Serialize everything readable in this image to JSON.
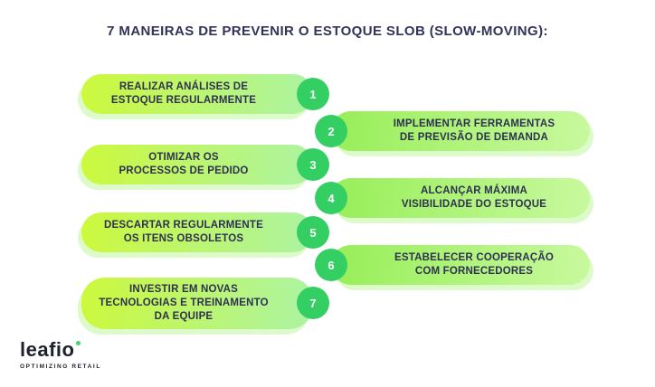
{
  "title": "7 MANEIRAS DE PREVENIR O ESTOQUE SLOB (SLOW-MOVING):",
  "items": [
    {
      "number": "1",
      "side": "left",
      "label": "REALIZAR ANÁLISES DE\nESTOQUE REGULARMENTE"
    },
    {
      "number": "2",
      "side": "right",
      "label": "IMPLEMENTAR FERRAMENTAS\nDE PREVISÃO DE DEMANDA"
    },
    {
      "number": "3",
      "side": "left",
      "label": "OTIMIZAR OS\nPROCESSOS DE PEDIDO"
    },
    {
      "number": "4",
      "side": "right",
      "label": "ALCANÇAR MÁXIMA\nVISIBILIDADE DO ESTOQUE"
    },
    {
      "number": "5",
      "side": "left",
      "label": "DESCARTAR REGULARMENTE\nOS ITENS OBSOLETOS"
    },
    {
      "number": "6",
      "side": "right",
      "label": "ESTABELECER COOPERAÇÃO\nCOM FORNECEDORES"
    },
    {
      "number": "7",
      "side": "left",
      "label": "INVESTIR EM NOVAS\nTECNOLOGIAS E TREINAMENTO\nDA EQUIPE"
    }
  ],
  "logo": {
    "name": "leafio",
    "tagline": "OPTIMIZING RETAIL"
  },
  "colors": {
    "background": "#ffffff",
    "title_text": "#31335a",
    "pill_gradient_start": "#cdf83c",
    "pill_gradient_end": "#abf3a4",
    "number_circle": "#34cf63",
    "number_text": "#ffffff",
    "logo_accent": "#49d465"
  }
}
